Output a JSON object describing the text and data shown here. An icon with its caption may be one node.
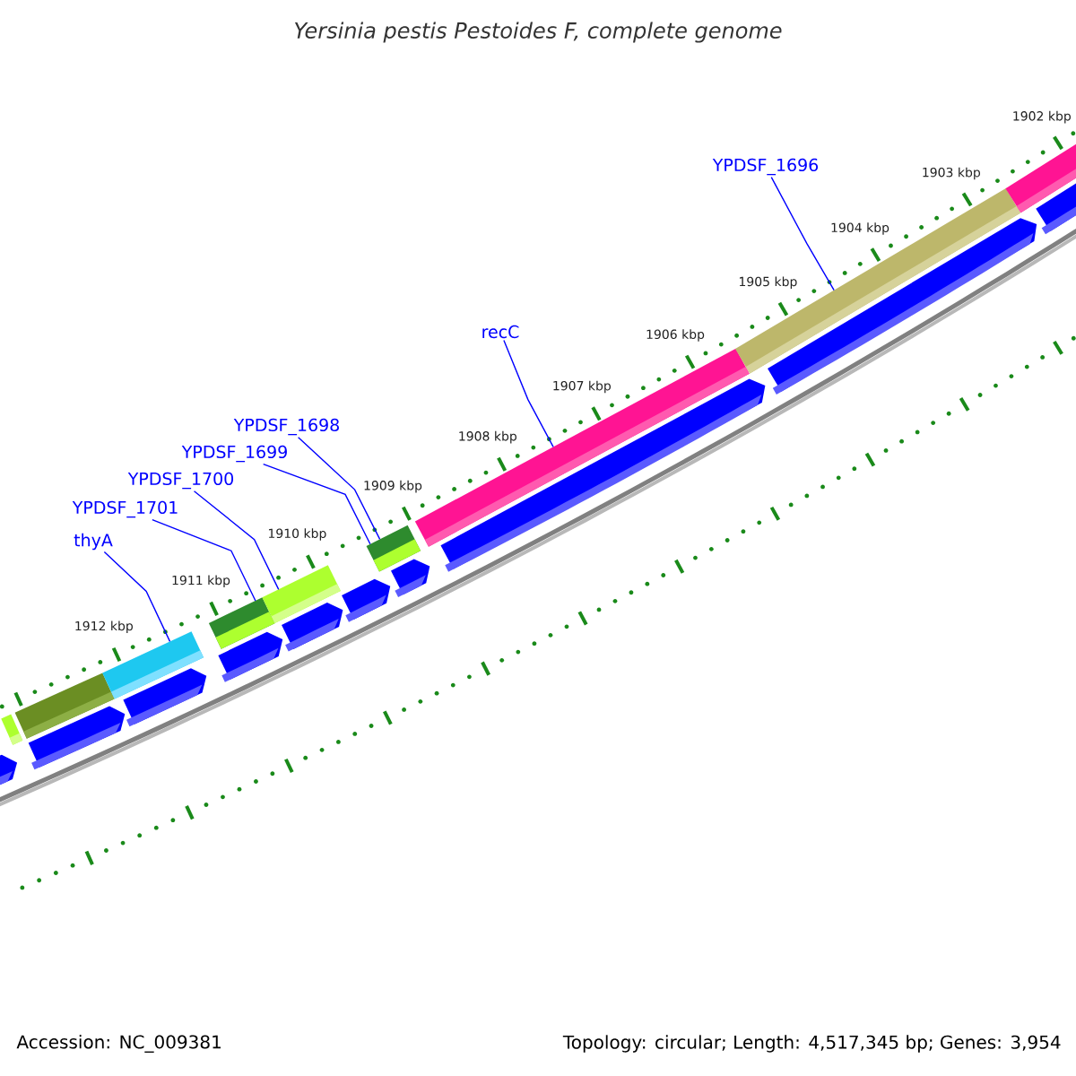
{
  "diagram": {
    "title": "Yersinia pestis Pestoides F, complete genome",
    "nodes": [
      {
        "text": [
          "YPDSF_1696"
        ]
      },
      {
        "text": [
          "recC"
        ]
      },
      {
        "text": [
          "YPDSF_1698"
        ]
      },
      {
        "text": [
          "YPDSF_1699"
        ]
      },
      {
        "text": [
          "YPDSF_1700"
        ]
      },
      {
        "text": [
          "YPDSF_1701"
        ]
      },
      {
        "text": [
          "thyA"
        ]
      },
      {
        "text": [],
        "shape": "bar"
      },
      {
        "text": [],
        "shape": "bar"
      },
      {
        "text": [],
        "shape": "bar"
      },
      {
        "text": [],
        "shape": "bar"
      },
      {
        "text": [],
        "shape": "bar"
      },
      {
        "text": [],
        "shape": "bar"
      },
      {
        "text": [],
        "shape": "bar"
      },
      {
        "text": [],
        "shape": "bar"
      },
      {
        "text": [],
        "shape": "bar"
      },
      {
        "text": [],
        "shape": "bar"
      },
      {
        "text": [],
        "shape": "bar"
      },
      {
        "text": [],
        "shape": "bar"
      },
      {
        "text": [],
        "shape": "bar"
      },
      {
        "text": [],
        "shape": "bar"
      },
      {
        "text": [],
        "shape": "bar"
      },
      {
        "text": [],
        "shape": "bar"
      },
      {
        "text": [],
        "shape": "bar"
      },
      {
        "text": [],
        "shape": "bar"
      },
      {
        "text": [],
        "shape": "bar"
      }
    ],
    "edges": [
      {
        "from": 0,
        "to": 14,
        "arrow": "none"
      },
      {
        "from": 1,
        "to": 13,
        "arrow": "none"
      },
      {
        "from": 2,
        "to": 12,
        "arrow": "none"
      },
      {
        "from": 3,
        "to": 12,
        "arrow": "none"
      },
      {
        "from": 4,
        "to": 11,
        "arrow": "none"
      },
      {
        "from": 5,
        "to": 10,
        "arrow": "none"
      },
      {
        "from": 6,
        "to": 9,
        "arrow": "none"
      }
    ],
    "labels": [
      "1902 kbp",
      "1903 kbp",
      "1904 kbp",
      "1905 kbp",
      "1906 kbp",
      "1907 kbp",
      "1908 kbp",
      "1909 kbp",
      "1910 kbp",
      "1911 kbp",
      "1912 kbp",
      "Accession: NC_009381",
      "Topology: circular; Length: 4,517,345 bp; Genes: 3,954"
    ]
  }
}
